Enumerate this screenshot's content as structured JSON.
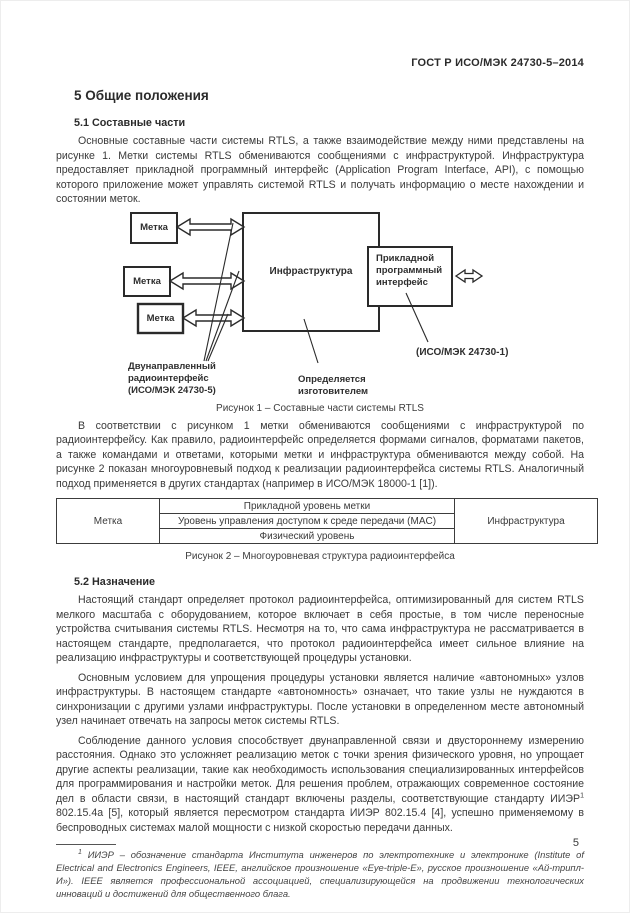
{
  "doc": {
    "header": "ГОСТ Р ИСО/МЭК 24730-5–2014",
    "page_number": "5"
  },
  "section": {
    "title": "5 Общие положения",
    "sub1_title": "5.1 Составные части",
    "sub1_p1": "Основные составные части системы RTLS, а также взаимодействие между ними представлены на рисунке 1. Метки системы RTLS обмениваются сообщениями с инфраструктурой. Инфраструктура предоставляет прикладной программный интерфейс (Application Program Interface, API), с помощью которого приложение может управлять системой RTLS и получать информацию о месте нахождении и состоянии меток.",
    "after_fig1_p": "В соответствии с рисунком 1 метки обмениваются сообщениями с инфраструктурой по радиоинтерфейсу. Как правило, радиоинтерфейс определяется формами сигналов, форматами пакетов, а также командами и ответами, которыми метки и инфраструктура обмениваются между собой. На рисунке 2 показан многоуровневый подход к реализации радиоинтерфейса системы RTLS. Аналогичный подход применяется в других стандартах (например в ИСО/МЭК 18000-1 [1]).",
    "sub2_title": "5.2 Назначение",
    "sub2_p1": "Настоящий стандарт определяет протокол радиоинтерфейса, оптимизированный для систем RTLS мелкого масштаба с оборудованием, которое включает в себя простые, в том числе переносные устройства считывания системы RTLS. Несмотря на то, что сама инфраструктура не рассматривается в настоящем стандарте, предполагается, что протокол радиоинтерфейса имеет сильное влияние на реализацию инфраструктуры и соответствующей процедуры установки.",
    "sub2_p2": "Основным условием для упрощения процедуры установки является наличие «автономных» узлов инфраструктуры. В настоящем стандарте «автономность» означает, что такие узлы не нуждаются в синхронизации с другими узлами инфраструктуры. После установки в определенном месте автономный узел начинает отвечать на запросы меток системы RTLS.",
    "sub2_p3_before_sup": "Соблюдение данного условия способствует двунаправленной связи и двустороннему измерению расстояния. Однако это усложняет реализацию меток с точки зрения физического уровня, но упрощает другие аспекты реализации, такие как необходимость использования специализированных интерфейсов для программирования и настройки меток. Для решения проблем, отражающих современное состояние дел в области связи, в настоящий стандарт включены разделы, соответствующие стандарту ИИЭР",
    "sub2_p3_sup": "1",
    "sub2_p3_after_sup": " 802.15.4a [5], который является пересмотром стандарта ИИЭР 802.15.4 [4], успешно применяемому в беспроводных системах малой мощности с низкой скоростью передачи данных."
  },
  "figure1": {
    "caption": "Рисунок 1 – Составные части системы RTLS",
    "tag1": "Метка",
    "tag2": "Метка",
    "tag3": "Метка",
    "infrastructure": "Инфраструктура",
    "api": "Прикладной программный интерфейс",
    "api_ref": "(ИСО/МЭК 24730-1)",
    "radio_label": "Двунаправленный радиоинтерфейс (ИСО/МЭК 24730-5)",
    "vendor_label": "Определяется изготовителем"
  },
  "figure2": {
    "caption": "Рисунок 2 – Многоуровневая структура радиоинтерфейса",
    "left_cell": "Метка",
    "right_cell": "Инфраструктура",
    "rows": [
      "Прикладной уровень метки",
      "Уровень управления доступом к среде передачи (MAC)",
      "Физический уровень"
    ]
  },
  "footnote": {
    "sup": "1",
    "text": " ИИЭР – обозначение стандарта Института инженеров по электротехнике и электронике (Institute of Electrical and Electronics Engineers, IEEE, английское произношение «Eye-triple-E», русское произношение «Ай-трипл-И»). IEEE является профессиональной ассоциацией, специализирующейся на продвижении технологических инноваций и достижений для общественного блага."
  }
}
